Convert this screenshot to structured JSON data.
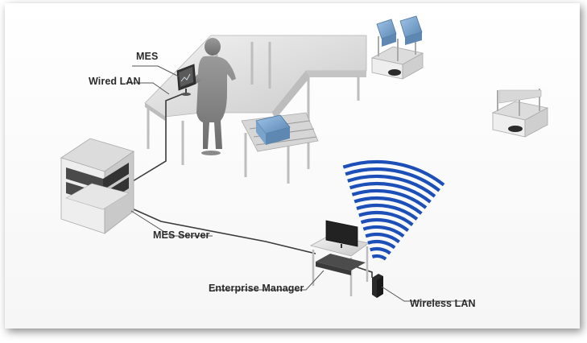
{
  "labels": {
    "mes": "MES",
    "wired_lan": "Wired LAN",
    "mes_server": "MES Server",
    "enterprise_manager": "Enterprise Manager",
    "wireless_lan": "Wireless LAN"
  },
  "colors": {
    "wifi_blue": "#1d4fb8",
    "cable": "#3a3a3a",
    "text": "#2b2b2b"
  },
  "icons": [
    "person-silhouette-icon",
    "robot-cart-icon",
    "server-rack-icon",
    "monitor-icon",
    "wireless-access-point-icon",
    "conveyor-table-icon"
  ]
}
